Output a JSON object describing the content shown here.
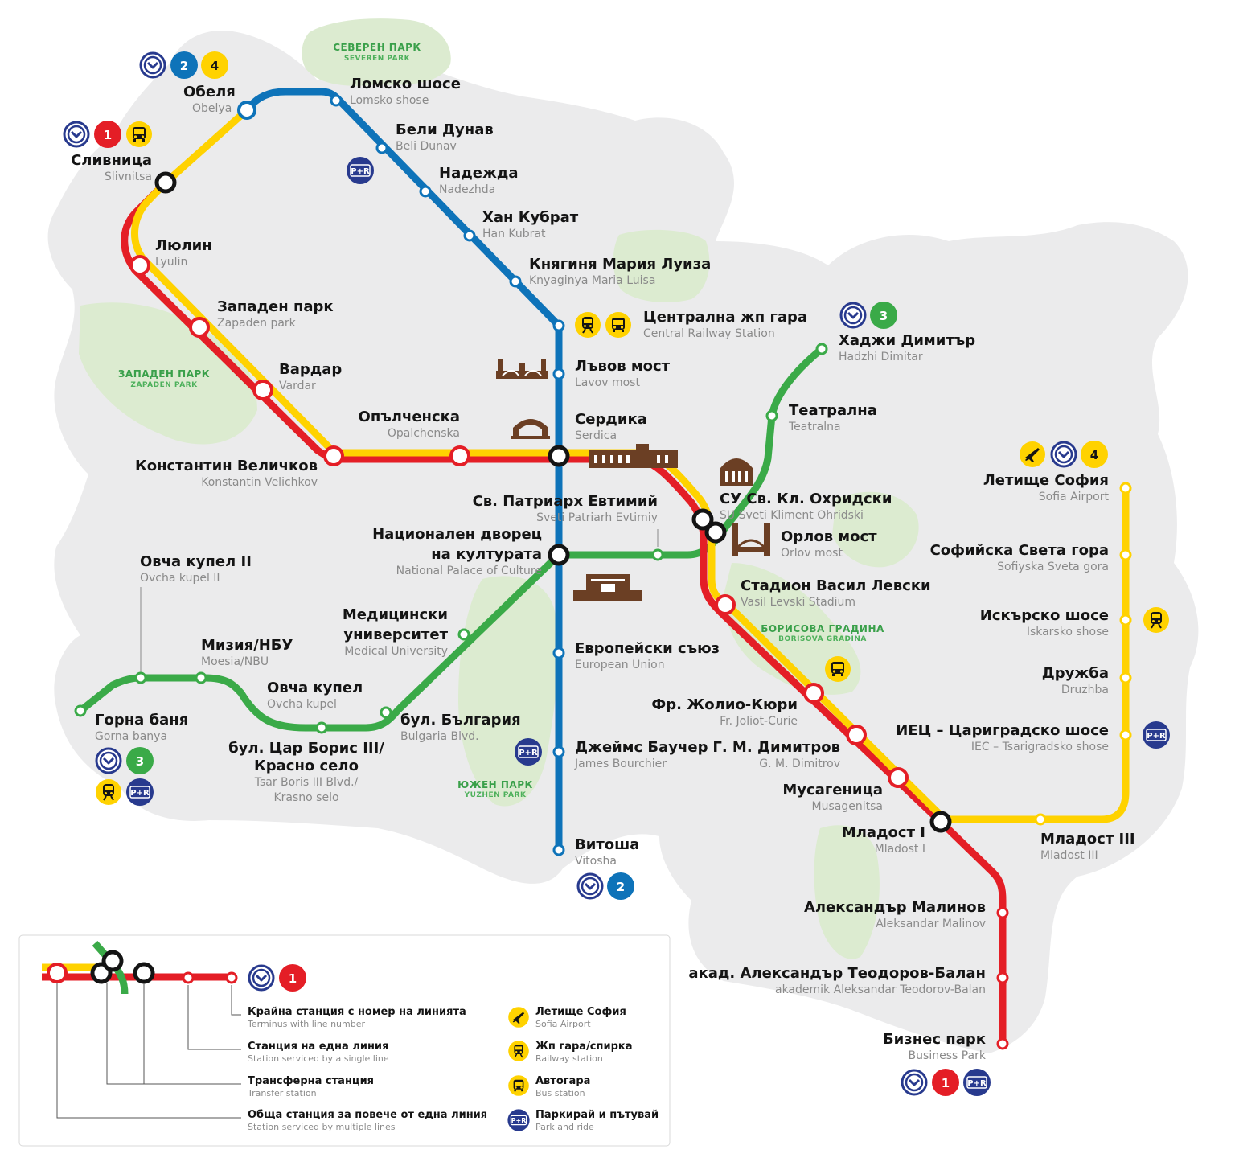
{
  "colors": {
    "line_red": "#e41e26",
    "line_yellow": "#ffd200",
    "line_blue": "#0e73b9",
    "line_green": "#3aaa48",
    "metro_navy": "#283a8e",
    "city_grey": "#ebebec",
    "park_green": "#dcebd0",
    "landmark_brown": "#6b3f24"
  },
  "parks": [
    {
      "id": "severen",
      "cyr": "СЕВЕРЕН ПАРК",
      "lat": "SEVEREN PARK"
    },
    {
      "id": "zapaden",
      "cyr": "ЗАПАДЕН ПАРК",
      "lat": "ZAPADEN PARK"
    },
    {
      "id": "borisova",
      "cyr": "БОРИСОВА ГРАДИНА",
      "lat": "BORISOVA GRADINA"
    },
    {
      "id": "yuzhen",
      "cyr": "ЮЖЕН ПАРК",
      "lat": "YUZHEN PARK"
    }
  ],
  "stations": [
    {
      "id": "obelya",
      "cyr": "Обеля",
      "lat": "Obelya"
    },
    {
      "id": "lomsko",
      "cyr": "Ломско шосе",
      "lat": "Lomsko shose"
    },
    {
      "id": "beli_dunav",
      "cyr": "Бели Дунав",
      "lat": "Beli Dunav"
    },
    {
      "id": "nadezhda",
      "cyr": "Надежда",
      "lat": "Nadezhda"
    },
    {
      "id": "han_kubrat",
      "cyr": "Хан Кубрат",
      "lat": "Han Kubrat"
    },
    {
      "id": "maria_luisa",
      "cyr": "Княгиня Мария Луиза",
      "lat": "Knyaginya Maria Luisa"
    },
    {
      "id": "central_rail",
      "cyr": "Централна жп гара",
      "lat": "Central Railway Station"
    },
    {
      "id": "lavov",
      "cyr": "Лъвов мост",
      "lat": "Lavov most"
    },
    {
      "id": "serdika",
      "cyr": "Сердика",
      "lat": "Serdica"
    },
    {
      "id": "slivnitsa",
      "cyr": "Сливница",
      "lat": "Slivnitsa"
    },
    {
      "id": "lyulin",
      "cyr": "Люлин",
      "lat": "Lyulin"
    },
    {
      "id": "zapaden_park",
      "cyr": "Западен парк",
      "lat": "Zapaden park"
    },
    {
      "id": "vardar",
      "cyr": "Вардар",
      "lat": "Vardar"
    },
    {
      "id": "konstantin",
      "cyr": "Константин Величков",
      "lat": "Konstantin Velichkov"
    },
    {
      "id": "opalchenska",
      "cyr": "Опълченска",
      "lat": "Opalchenska"
    },
    {
      "id": "hadzhi",
      "cyr": "Хаджи Димитър",
      "lat": "Hadzhi Dimitar"
    },
    {
      "id": "teatralna",
      "cyr": "Театрална",
      "lat": "Teatralna"
    },
    {
      "id": "su",
      "cyr": "СУ Св. Кл. Охридски",
      "lat": "SU Sveti Kliment Ohridski"
    },
    {
      "id": "patriarh",
      "cyr": "Св. Патриарх Евтимий",
      "lat": "Sveti Patriarh Evtimiy"
    },
    {
      "id": "ndk1",
      "cyr": "Национален дворец",
      "lat": ""
    },
    {
      "id": "ndk2",
      "cyr": "на културата",
      "lat": "National Palace of Culture"
    },
    {
      "id": "orlov",
      "cyr": "Орлов мост",
      "lat": "Orlov most"
    },
    {
      "id": "stadion",
      "cyr": "Стадион Васил Левски",
      "lat": "Vasil Levski Stadium"
    },
    {
      "id": "ovcha2",
      "cyr": "Овча купел II",
      "lat": "Ovcha kupel II"
    },
    {
      "id": "med1",
      "cyr": "Медицински",
      "lat": ""
    },
    {
      "id": "med2",
      "cyr": "университет",
      "lat": "Medical University"
    },
    {
      "id": "moesia",
      "cyr": "Мизия/НБУ",
      "lat": "Moesia/NBU"
    },
    {
      "id": "evropeyski",
      "cyr": "Европейски съюз",
      "lat": "European Union"
    },
    {
      "id": "ovcha",
      "cyr": "Овча купел",
      "lat": "Ovcha kupel"
    },
    {
      "id": "gorna_banya",
      "cyr": "Горна баня",
      "lat": "Gorna banya"
    },
    {
      "id": "bulgaria",
      "cyr": "бул. България",
      "lat": "Bulgaria Blvd."
    },
    {
      "id": "tsar1",
      "cyr": "бул. Цар Борис III/",
      "lat": ""
    },
    {
      "id": "tsar2",
      "cyr": "Красно село",
      "lat": "Tsar Boris III Blvd./"
    },
    {
      "id": "tsar3",
      "cyr": "",
      "lat": "Krasno selo"
    },
    {
      "id": "joliot",
      "cyr": "Фр. Жолио-Кюри",
      "lat": "Fr. Joliot-Curie"
    },
    {
      "id": "bourchier",
      "cyr": "Джеймс Баучер",
      "lat": "James Bourchier"
    },
    {
      "id": "gm_dimitrov",
      "cyr": "Г. М. Димитров",
      "lat": "G. M. Dimitrov"
    },
    {
      "id": "musagenitsa",
      "cyr": "Мусагеница",
      "lat": "Musagenitsa"
    },
    {
      "id": "mladost1",
      "cyr": "Младост I",
      "lat": "Mladost I"
    },
    {
      "id": "mladost3",
      "cyr": "Младост III",
      "lat": "Mladost III"
    },
    {
      "id": "vitosha",
      "cyr": "Витоша",
      "lat": "Vitosha"
    },
    {
      "id": "malinov",
      "cyr": "Александър Малинов",
      "lat": "Aleksandar Malinov"
    },
    {
      "id": "teodorov",
      "cyr": "акад. Александър Теодоров-Балан",
      "lat": "akademik Aleksandar Teodorov-Balan"
    },
    {
      "id": "business",
      "cyr": "Бизнес парк",
      "lat": "Business Park"
    },
    {
      "id": "airport",
      "cyr": "Летище София",
      "lat": "Sofia Airport"
    },
    {
      "id": "sveta_gora",
      "cyr": "Софийска Света гора",
      "lat": "Sofiyska Sveta gora"
    },
    {
      "id": "iskarsko",
      "cyr": "Искърско шосе",
      "lat": "Iskarsko shose"
    },
    {
      "id": "druzhba",
      "cyr": "Дружба",
      "lat": "Druzhba"
    },
    {
      "id": "iec",
      "cyr": "ИЕЦ – Цариградско шосе",
      "lat": "IEC – Tsarigradsko shose"
    }
  ],
  "line_numbers": {
    "l1": "1",
    "l2": "2",
    "l3": "3",
    "l4": "4"
  },
  "park_ride_label": "P+R",
  "legend": {
    "items": [
      {
        "cyr": "Крайна станция с номер на линията",
        "lat": "Terminus with line number"
      },
      {
        "cyr": "Станция на една линия",
        "lat": "Station serviced by a single line"
      },
      {
        "cyr": "Трансферна станция",
        "lat": "Transfer station"
      },
      {
        "cyr": "Обща станция за повече от една линия",
        "lat": "Station serviced by multiple lines"
      }
    ],
    "icons": [
      {
        "icon": "airport-icon",
        "cyr": "Летище София",
        "lat": "Sofia Airport"
      },
      {
        "icon": "train-icon",
        "cyr": "Жп гара/спирка",
        "lat": "Railway station"
      },
      {
        "icon": "bus-icon",
        "cyr": "Автогара",
        "lat": "Bus station"
      },
      {
        "icon": "park-ride-icon",
        "cyr": "Паркирай и пътувай",
        "lat": "Park and ride"
      }
    ]
  }
}
